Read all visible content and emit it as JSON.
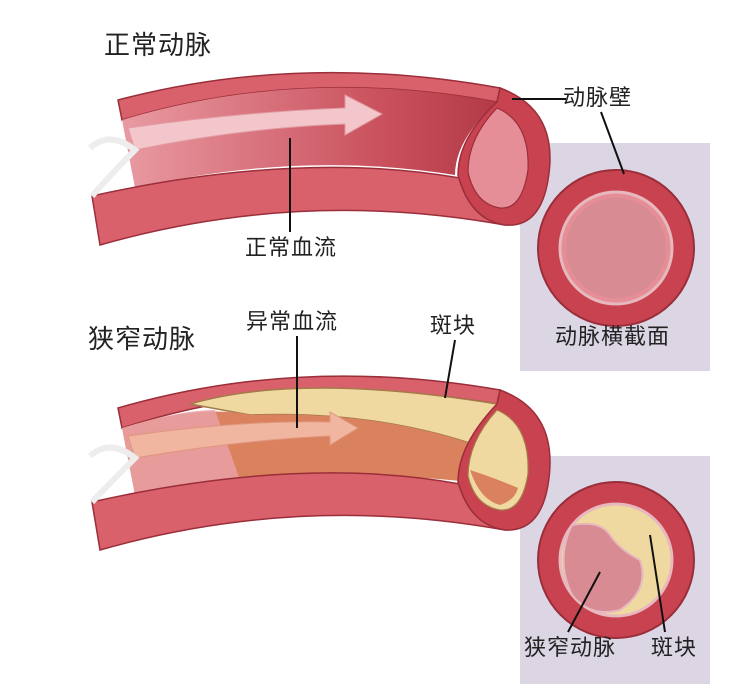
{
  "labels": {
    "normal_artery": "正常动脉",
    "artery_wall": "动脉壁",
    "normal_blood_flow": "正常血流",
    "cross_section": "动脉横截面",
    "narrowed_artery": "狭窄动脉",
    "abnormal_blood_flow": "异常血流",
    "plaque_top": "斑块",
    "narrowed_artery_cs": "狭窄动脉",
    "plaque_cs": "斑块"
  },
  "colors": {
    "artery_outer": "#c8434f",
    "artery_wall": "#d9616b",
    "lumen": "#e58e97",
    "plaque": "#f0d9a0",
    "abnormal_flow": "#d9825d",
    "cross_section_bg": "#dcd6e4"
  }
}
